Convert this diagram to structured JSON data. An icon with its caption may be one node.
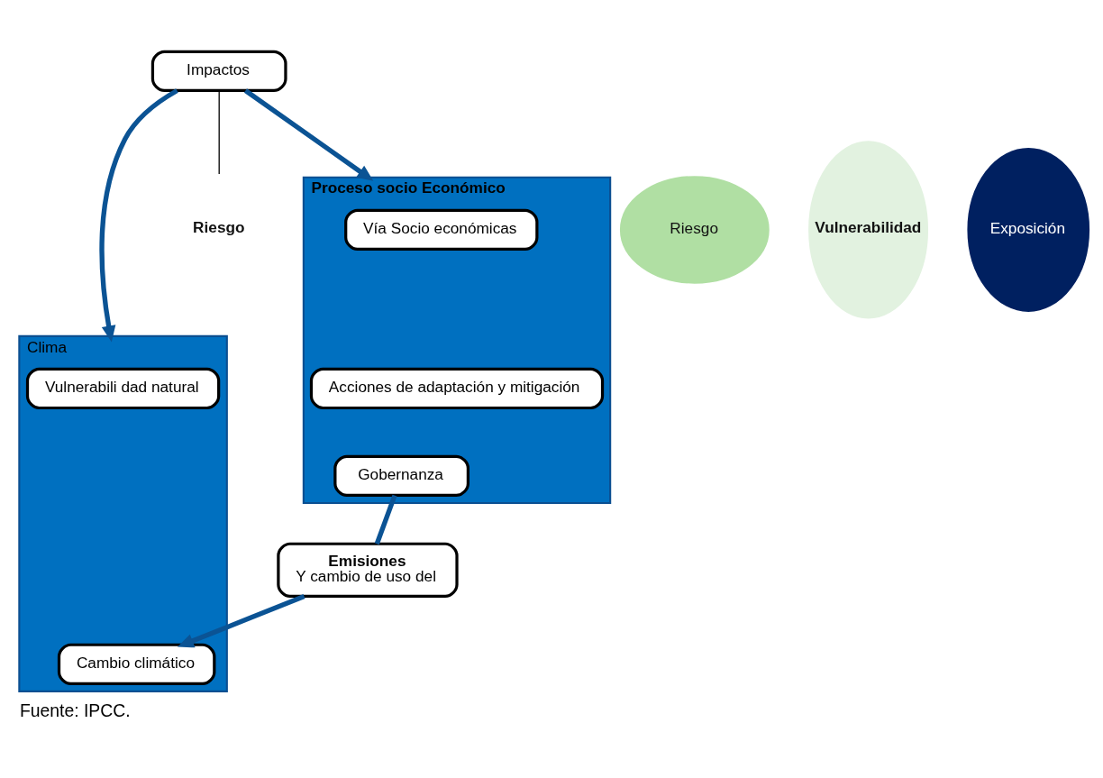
{
  "diagram": {
    "caption": "Fuente: IPCC.",
    "nodes": [
      {
        "text": [
          "Clima"
        ]
      },
      {
        "text": [
          "Vulnerabili dad natural"
        ],
        "in": 0
      },
      {
        "text": [
          "Cambio climático"
        ],
        "in": 0
      },
      {
        "text": [
          "Impactos"
        ]
      },
      {
        "text": [
          "Riesgo"
        ]
      },
      {
        "text": [
          "Vulnerabilidad"
        ]
      },
      {
        "text": [
          "Riesgo"
        ]
      },
      {
        "text": [
          "Exposición"
        ]
      },
      {
        "text": [
          "Proceso socio Económico"
        ]
      },
      {
        "text": [
          "Vía Socio económicas"
        ],
        "in": 8
      },
      {
        "text": [
          "Acciones de adaptación y mitigación"
        ],
        "in": 8
      },
      {
        "text": [
          "Gobernanza"
        ],
        "in": 8
      },
      {
        "text": [
          "Emisiones",
          "Y cambio de uso del"
        ]
      }
    ],
    "edges": [
      {
        "from": 3,
        "to": 0,
        "arrow": "to"
      },
      {
        "from": 3,
        "to": 8,
        "arrow": "to"
      },
      {
        "from": 3,
        "to": 6,
        "arrow": "none",
        "color": "#000000"
      },
      {
        "from": 11,
        "to": 12,
        "arrow": "none"
      },
      {
        "from": 12,
        "to": 2,
        "arrow": "to"
      }
    ]
  }
}
